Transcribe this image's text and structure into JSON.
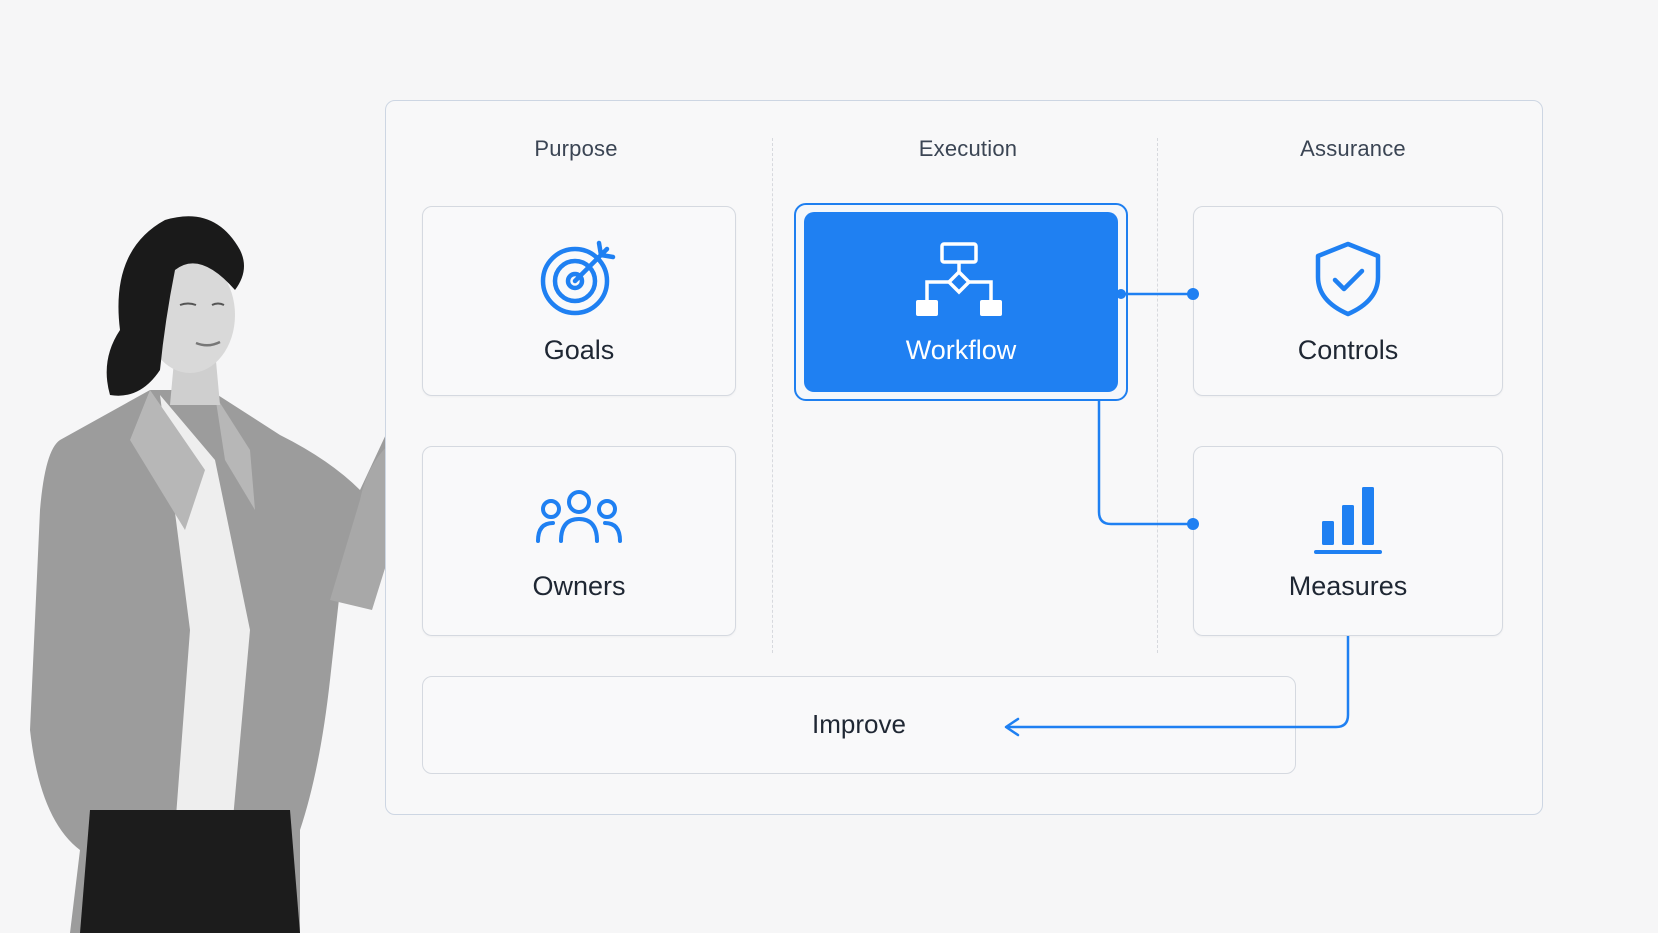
{
  "columns": {
    "purpose": "Purpose",
    "execution": "Execution",
    "assurance": "Assurance"
  },
  "cards": {
    "goals": {
      "label": "Goals",
      "icon": "target-arrow-icon"
    },
    "owners": {
      "label": "Owners",
      "icon": "people-group-icon"
    },
    "workflow": {
      "label": "Workflow",
      "icon": "flowchart-icon"
    },
    "controls": {
      "label": "Controls",
      "icon": "shield-check-icon"
    },
    "measures": {
      "label": "Measures",
      "icon": "bar-chart-icon"
    },
    "improve": {
      "label": "Improve"
    }
  },
  "colors": {
    "accent": "#1f80f2",
    "border": "#d5d9e0",
    "text": "#1f2733"
  }
}
